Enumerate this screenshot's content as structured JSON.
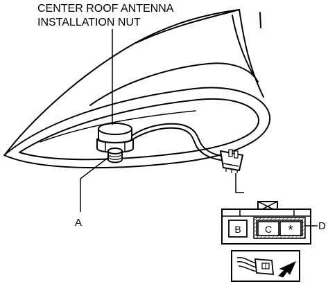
{
  "callout_title": {
    "line1": "CENTER ROOF ANTENNA",
    "line2": "INSTALLATION NUT"
  },
  "labels": {
    "a": "A",
    "d": "D"
  },
  "connector": {
    "cell_b": "B",
    "cell_c": "C",
    "cell_star": "*"
  }
}
